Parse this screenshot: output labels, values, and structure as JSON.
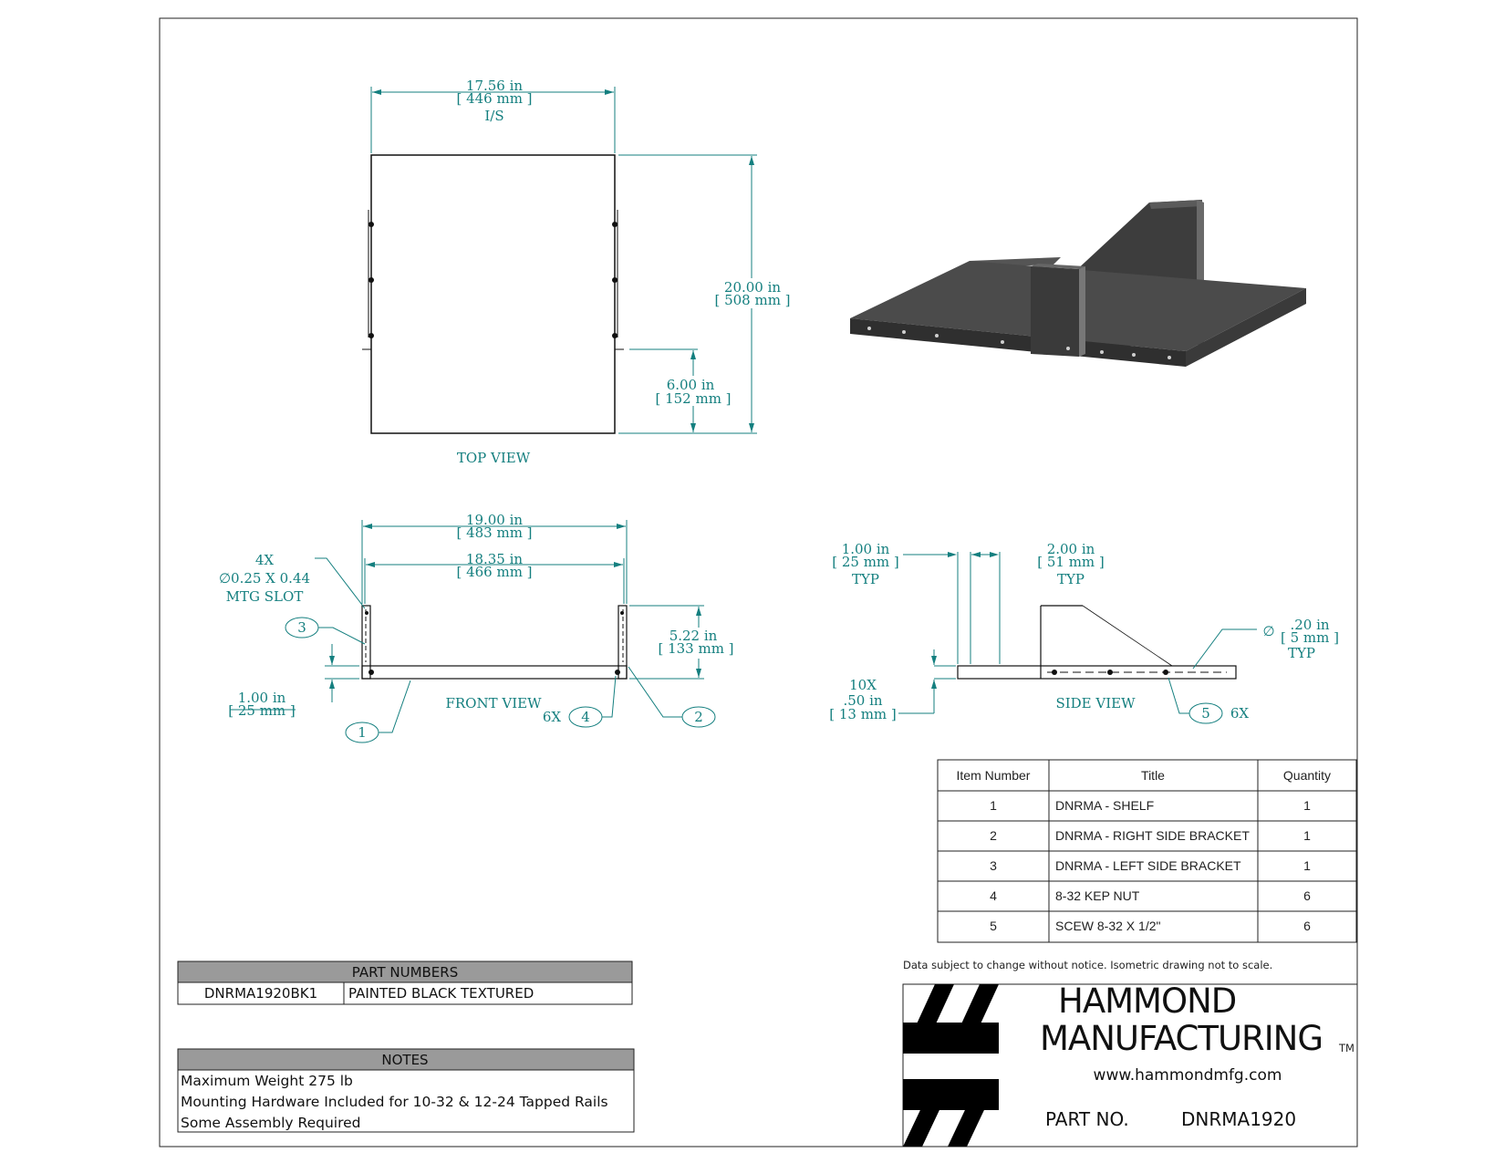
{
  "views": {
    "top": {
      "label": "TOP VIEW",
      "width": {
        "in": "17.56 in",
        "mm": "[ 446 mm ]",
        "note": "I/S"
      },
      "depth": {
        "in": "20.00 in",
        "mm": "[ 508 mm ]"
      },
      "bracket": {
        "in": "6.00 in",
        "mm": "[ 152 mm ]"
      }
    },
    "front": {
      "label": "FRONT VIEW",
      "overall": {
        "in": "19.00 in",
        "mm": "[ 483 mm ]"
      },
      "inner": {
        "in": "18.35 in",
        "mm": "[ 466 mm ]"
      },
      "height": {
        "in": "5.22 in",
        "mm": "[ 133 mm ]"
      },
      "flange": {
        "in": "1.00 in",
        "mm": "[ 25 mm ]"
      },
      "slot": {
        "qty": "4X",
        "size": "∅0.25 X 0.44",
        "desc": "MTG SLOT"
      },
      "nut_qty": "6X"
    },
    "side": {
      "label": "SIDE VIEW",
      "a": {
        "in": "1.00 in",
        "mm": "[ 25 mm ]",
        "typ": "TYP"
      },
      "b": {
        "in": "2.00 in",
        "mm": "[ 51 mm ]",
        "typ": "TYP"
      },
      "hole": {
        "sym": "∅",
        "in": ".20 in",
        "mm": "[ 5 mm ]",
        "typ": "TYP"
      },
      "lip": {
        "qty": "10X",
        "in": ".50 in",
        "mm": "[ 13 mm ]"
      },
      "screw_qty": "6X"
    }
  },
  "balloons": [
    "1",
    "2",
    "3",
    "4",
    "5"
  ],
  "bom": {
    "headers": [
      "Item Number",
      "Title",
      "Quantity"
    ],
    "rows": [
      [
        "1",
        "DNRMA - SHELF",
        "1"
      ],
      [
        "2",
        "DNRMA - RIGHT SIDE BRACKET",
        "1"
      ],
      [
        "3",
        "DNRMA - LEFT SIDE BRACKET",
        "1"
      ],
      [
        "4",
        "8-32 KEP NUT",
        "6"
      ],
      [
        "5",
        "SCEW 8-32 X 1/2\"",
        "6"
      ]
    ]
  },
  "part_numbers": {
    "title": "PART NUMBERS",
    "rows": [
      [
        "DNRMA1920BK1",
        "PAINTED BLACK TEXTURED"
      ]
    ]
  },
  "notes": {
    "title": "NOTES",
    "lines": [
      "Maximum Weight 275 lb",
      "Mounting Hardware Included for 10-32 & 12-24 Tapped Rails",
      "Some Assembly Required"
    ]
  },
  "disclaimer": "Data subject to change without notice. Isometric drawing not to scale.",
  "title_block": {
    "brand_line1": "HAMMOND",
    "brand_line2": "MANUFACTURING",
    "tm": "TM",
    "url": "www.hammondmfg.com",
    "part_label": "PART NO.",
    "part_value": "DNRMA1920"
  },
  "colors": {
    "annotation": "#147f7f",
    "table_header": "#9a9a9a",
    "shelf": "#4a4a4a"
  }
}
